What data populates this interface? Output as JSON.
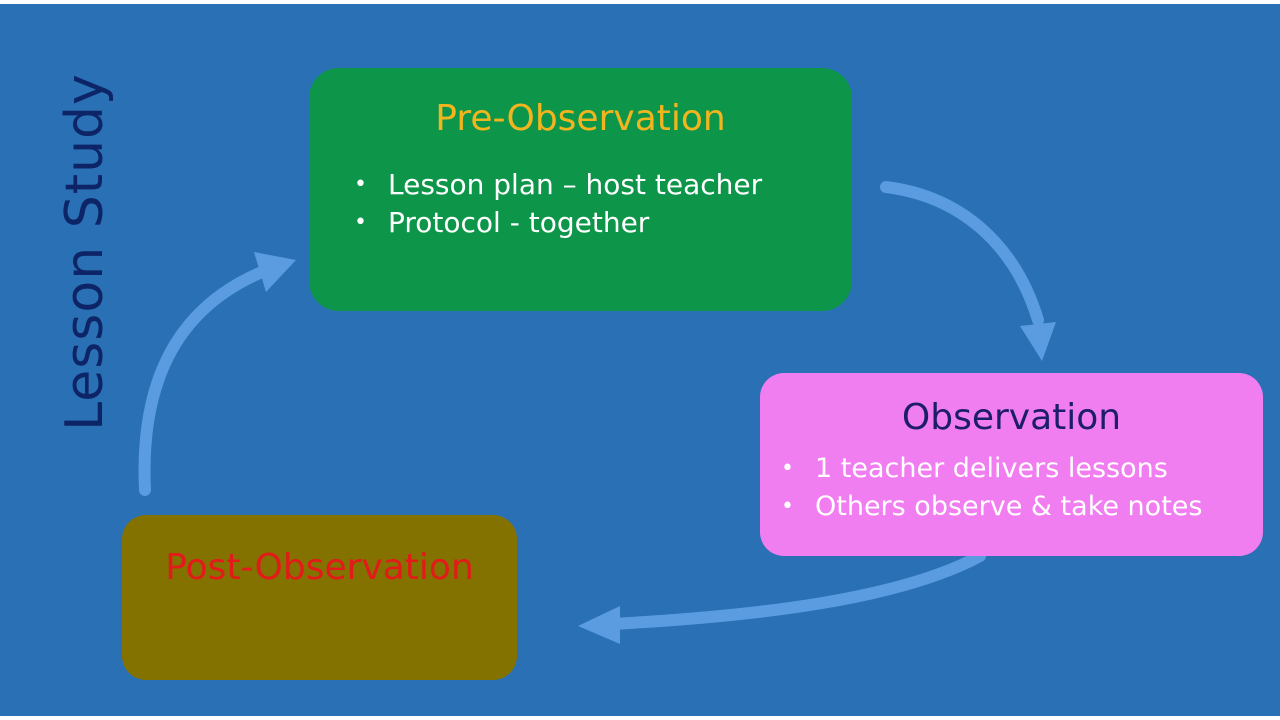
{
  "title": "Lesson Study",
  "stages": {
    "pre": {
      "title": "Pre-Observation",
      "bullets": [
        "Lesson plan – host teacher",
        "Protocol - together"
      ]
    },
    "observation": {
      "title": "Observation",
      "bullets": [
        "1 teacher delivers lessons",
        "Others observe & take notes"
      ]
    },
    "post": {
      "title": "Post-Observation",
      "bullets": []
    }
  },
  "colors": {
    "background": "#2970b5",
    "title": "#0d2566",
    "pre_box": "#0d964a",
    "pre_title": "#f2b51e",
    "observation_box": "#f17ef0",
    "observation_title": "#1c1d6b",
    "post_box": "#837200",
    "post_title": "#e31a1a",
    "arrow": "#5b9ce0",
    "bullet_text": "#ffffff"
  }
}
